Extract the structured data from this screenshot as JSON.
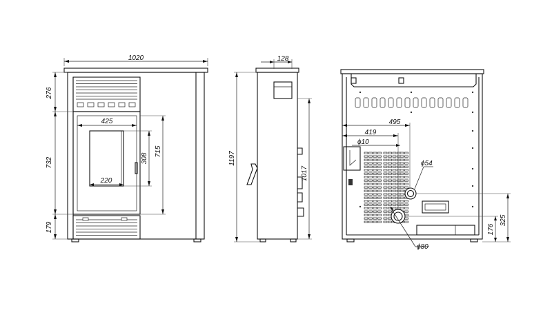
{
  "dimensions": {
    "total_width": "1020",
    "top_panel": "276",
    "middle_height": "732",
    "bottom_panel": "179",
    "door_width": "425",
    "glass_width": "220",
    "glass_height": "308",
    "door_height": "715",
    "side_depth_top": "128",
    "total_height": "1197",
    "side_height": "1017",
    "rear_offset_1": "495",
    "rear_offset_2": "419",
    "rear_phi_small": "ϕ10",
    "rear_phi_54": "ϕ54",
    "rear_phi_80": "ϕ80",
    "rear_height_325": "325",
    "rear_height_176": "176"
  }
}
